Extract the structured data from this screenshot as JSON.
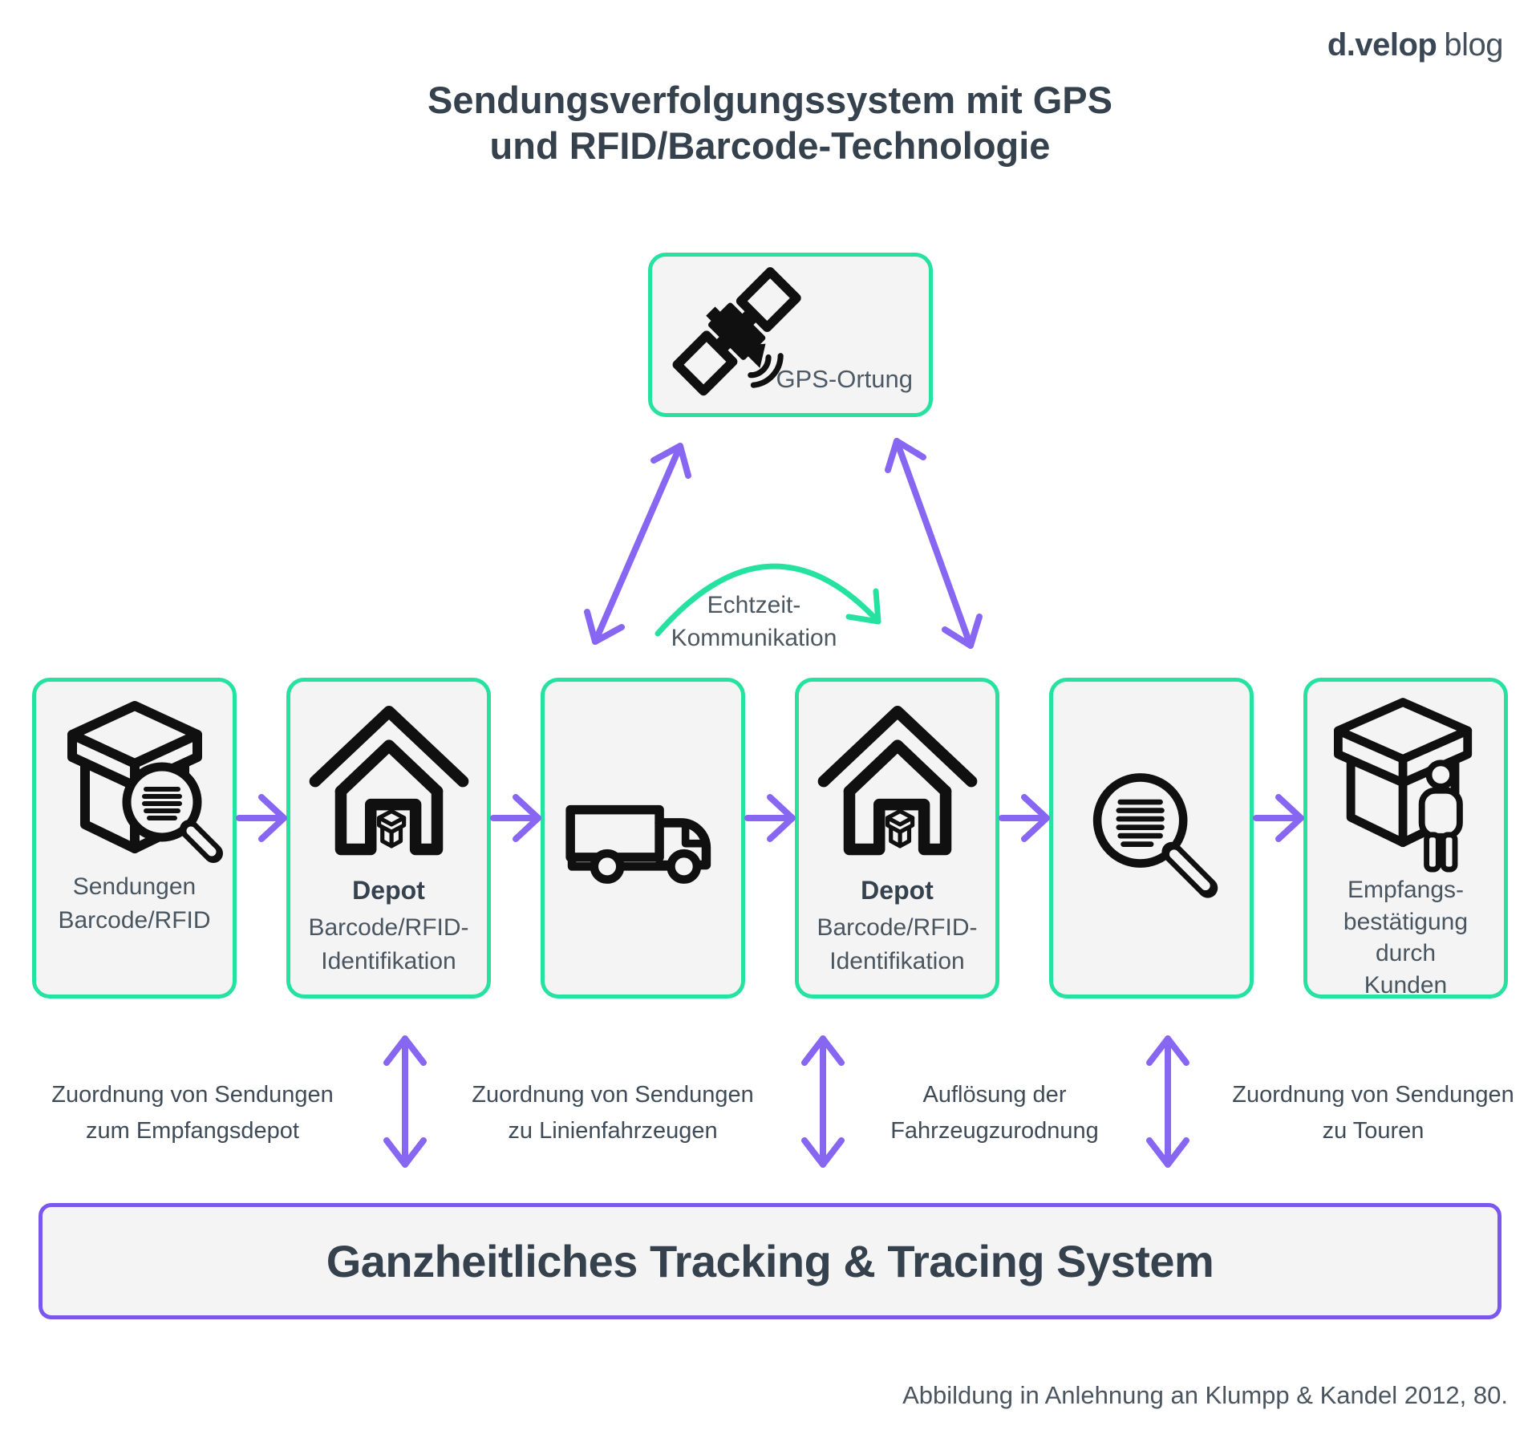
{
  "logo": {
    "name": "d.velop",
    "suffix": "blog"
  },
  "title": {
    "line1": "Sendungsverfolgungssystem mit GPS",
    "line2": "und RFID/Barcode-Technologie"
  },
  "gps_box": {
    "label": "GPS-Ortung",
    "icon": "satellite-icon"
  },
  "realtime_label": {
    "line1": "Echtzeit-",
    "line2": "Kommunikation"
  },
  "process_boxes": [
    {
      "icon": "package-barcode-magnifier-icon",
      "lines": [
        "Sendungen",
        "Barcode/RFID"
      ]
    },
    {
      "icon": "depot-house-icon",
      "title": "Depot",
      "lines": [
        "Barcode/RFID-",
        "Identifikation"
      ]
    },
    {
      "icon": "truck-icon",
      "lines": []
    },
    {
      "icon": "depot-house-icon",
      "title": "Depot",
      "lines": [
        "Barcode/RFID-",
        "Identifikation"
      ]
    },
    {
      "icon": "barcode-magnifier-icon",
      "lines": []
    },
    {
      "icon": "package-customer-icon",
      "lines": [
        "Empfangs-",
        "bestätigung durch",
        "Kunden"
      ]
    }
  ],
  "mapping_labels": [
    {
      "line1": "Zuordnung von Sendungen",
      "line2": "zum Empfangsdepot"
    },
    {
      "line1": "Zuordnung von Sendungen",
      "line2": "zu Linienfahrzeugen"
    },
    {
      "line1": "Auflösung der",
      "line2": "Fahrzeugzurodnung"
    },
    {
      "line1": "Zuordnung von Sendungen",
      "line2": "zu Touren"
    }
  ],
  "footer_bar": {
    "label": "Ganzheitliches Tracking & Tracing System"
  },
  "attribution": "Abbildung in Anlehnung an Klumpp & Kandel 2012, 80.",
  "colors": {
    "green": "#26E2A0",
    "purple": "#8766F2",
    "bar_purple": "#7A57EF",
    "dark": "#35414D",
    "gray": "#49555F",
    "box_fill": "#F4F4F5",
    "icon_ink": "#101010"
  }
}
